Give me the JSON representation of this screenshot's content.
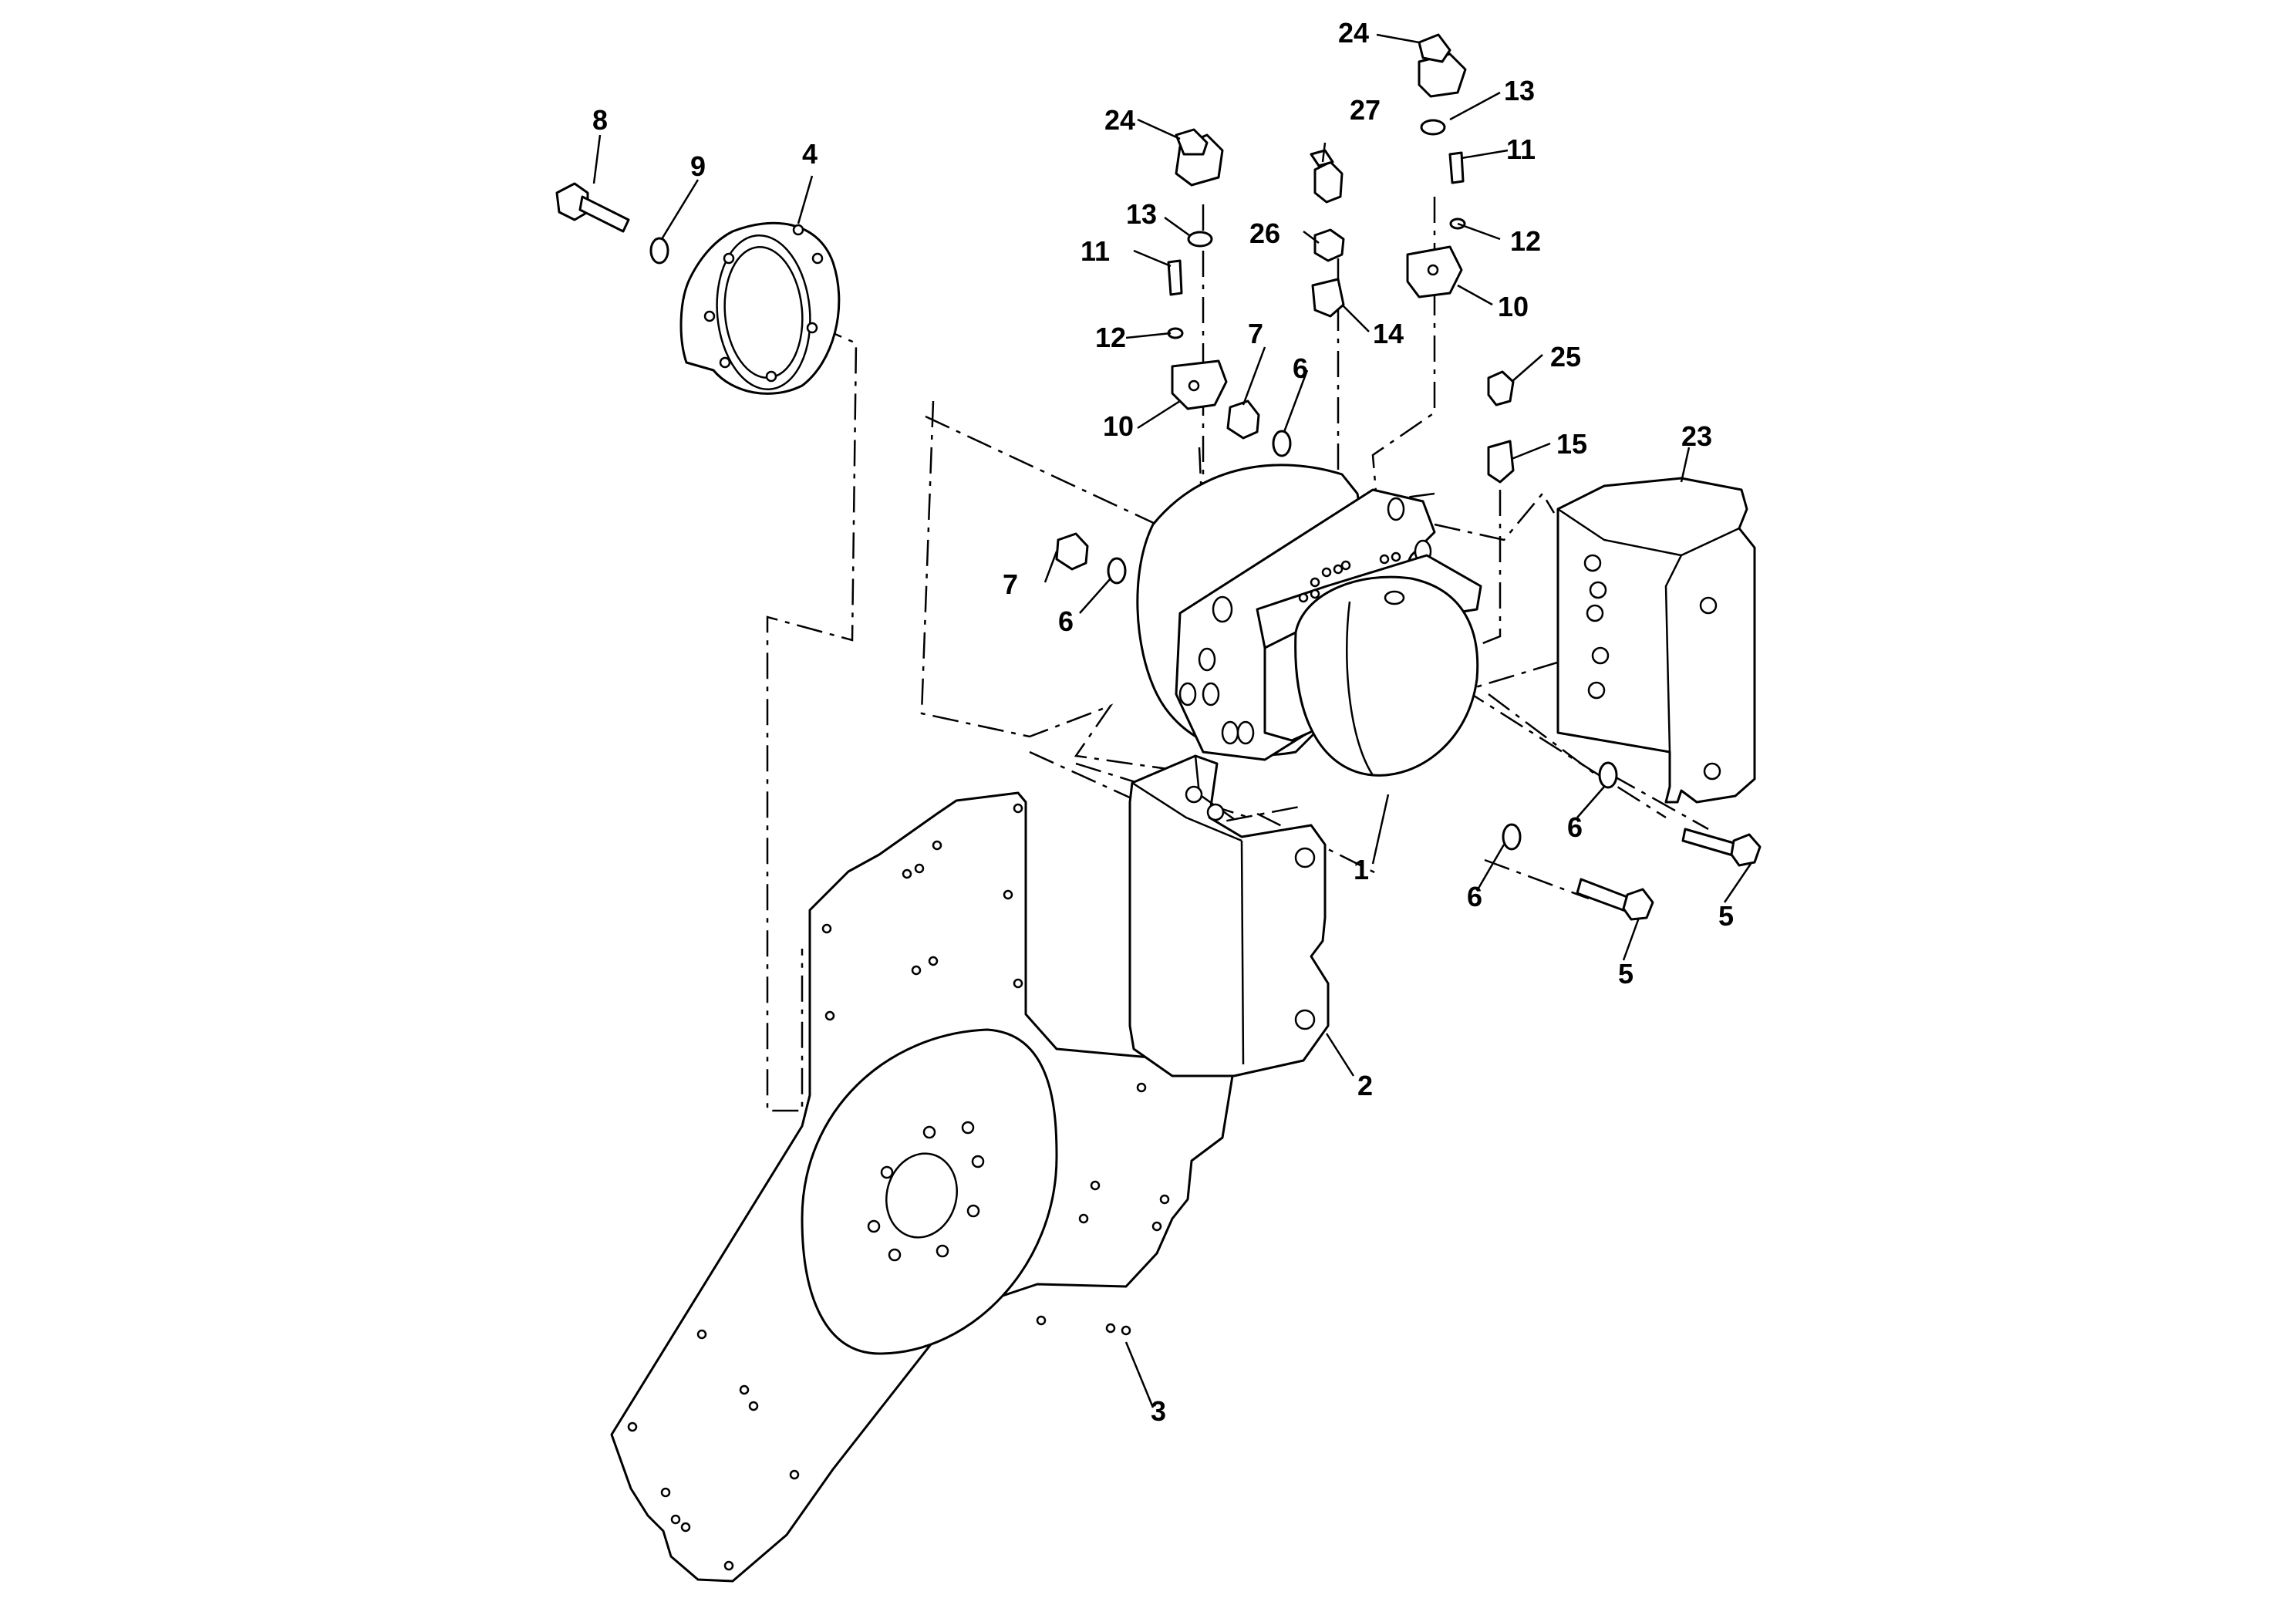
{
  "diagram": {
    "type": "exploded-parts-diagram",
    "line_color": "#000000",
    "background": "#ffffff",
    "callouts": [
      {
        "id": "c1",
        "label": "1"
      },
      {
        "id": "c2",
        "label": "2"
      },
      {
        "id": "c3",
        "label": "3"
      },
      {
        "id": "c4",
        "label": "4"
      },
      {
        "id": "c5a",
        "label": "5"
      },
      {
        "id": "c5b",
        "label": "5"
      },
      {
        "id": "c6a",
        "label": "6"
      },
      {
        "id": "c6b",
        "label": "6"
      },
      {
        "id": "c6c",
        "label": "6"
      },
      {
        "id": "c6d",
        "label": "6"
      },
      {
        "id": "c7a",
        "label": "7"
      },
      {
        "id": "c7b",
        "label": "7"
      },
      {
        "id": "c8",
        "label": "8"
      },
      {
        "id": "c9",
        "label": "9"
      },
      {
        "id": "c10a",
        "label": "10"
      },
      {
        "id": "c10b",
        "label": "10"
      },
      {
        "id": "c11a",
        "label": "11"
      },
      {
        "id": "c11b",
        "label": "11"
      },
      {
        "id": "c12a",
        "label": "12"
      },
      {
        "id": "c12b",
        "label": "12"
      },
      {
        "id": "c13a",
        "label": "13"
      },
      {
        "id": "c13b",
        "label": "13"
      },
      {
        "id": "c14",
        "label": "14"
      },
      {
        "id": "c15",
        "label": "15"
      },
      {
        "id": "c23",
        "label": "23"
      },
      {
        "id": "c24a",
        "label": "24"
      },
      {
        "id": "c24b",
        "label": "24"
      },
      {
        "id": "c25",
        "label": "25"
      },
      {
        "id": "c26",
        "label": "26"
      },
      {
        "id": "c27",
        "label": "27"
      }
    ]
  }
}
